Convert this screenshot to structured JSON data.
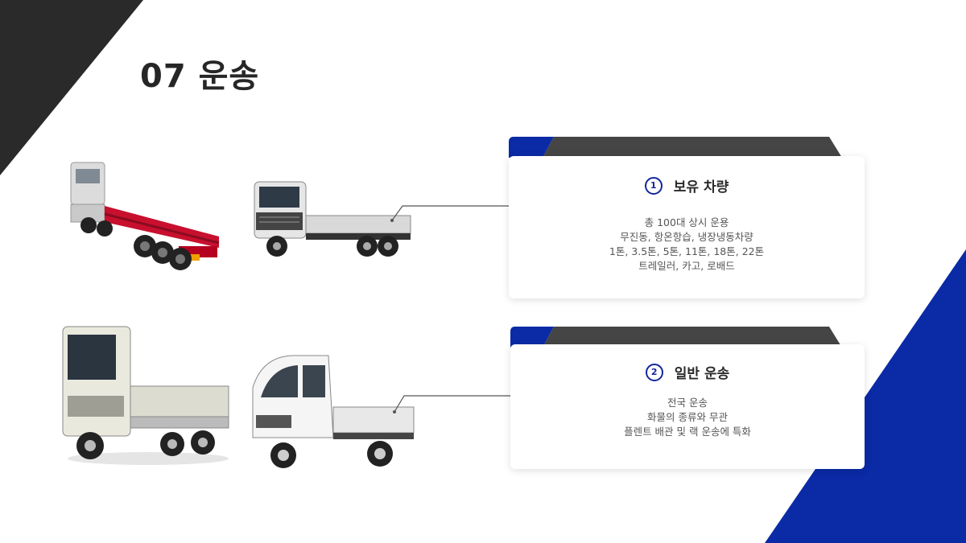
{
  "page": {
    "title": "07 운송"
  },
  "colors": {
    "dark": "#2a2a2a",
    "blue": "#0a2aa6",
    "tab_gray": "#454545"
  },
  "cards": [
    {
      "number": "1",
      "title": "보유 차량",
      "lines": [
        "총 100대 상시 운용",
        "무진동, 항온항습, 냉장냉동차량",
        "1톤, 3.5톤, 5톤, 11톤, 18톤, 22톤",
        "트레일러, 카고, 로배드"
      ]
    },
    {
      "number": "2",
      "title": "일반 운송",
      "lines": [
        "전국 운송",
        "화물의 종류와 무관",
        "플렌트 배관 및 랙 운송에 특화"
      ]
    }
  ],
  "icons": [
    "trailer-truck-icon",
    "cargo-truck-icon",
    "medium-truck-icon",
    "small-truck-icon"
  ]
}
